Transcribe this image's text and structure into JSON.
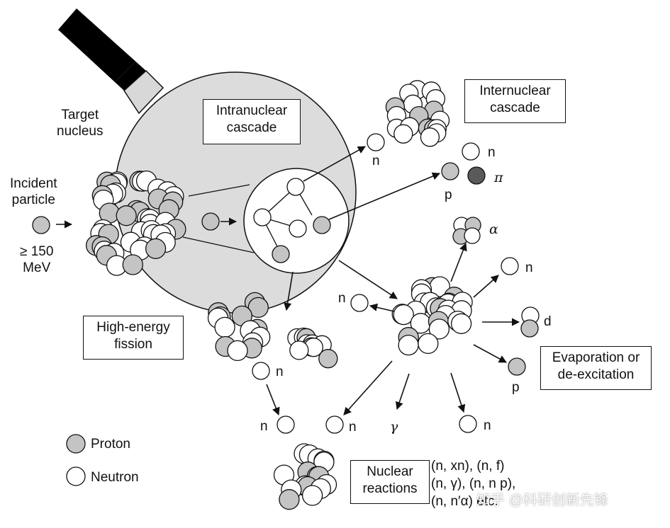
{
  "labels": {
    "target_nucleus": [
      "Target",
      "nucleus"
    ],
    "incident_particle": [
      "Incident",
      "particle"
    ],
    "energy": [
      "≥ 150",
      "MeV"
    ],
    "intranuclear": [
      "Intranuclear",
      "cascade"
    ],
    "internuclear": [
      "Internuclear",
      "cascade"
    ],
    "high_energy_fission": [
      "High-energy",
      "fission"
    ],
    "evaporation": [
      "Evaporation or",
      "de-excitation"
    ],
    "nuclear_reactions": [
      "Nuclear",
      "reactions"
    ],
    "reactions_list": [
      "(n, xn), (n, f)",
      "(n, γ), (n, n p),",
      "(n, n′α) etc."
    ]
  },
  "particles": {
    "n": "n",
    "p": "p",
    "pi": "π",
    "alpha": "α",
    "d": "d",
    "gamma": "γ"
  },
  "legend": {
    "proton": "Proton",
    "neutron": "Neutron"
  },
  "colors": {
    "proton": "#c4c4c4",
    "neutron": "#ffffff",
    "pion": "#5a5a5a",
    "target_body": "#dcdcdc",
    "outline": "#111111"
  },
  "watermark": "知乎 @科研创新先锋"
}
